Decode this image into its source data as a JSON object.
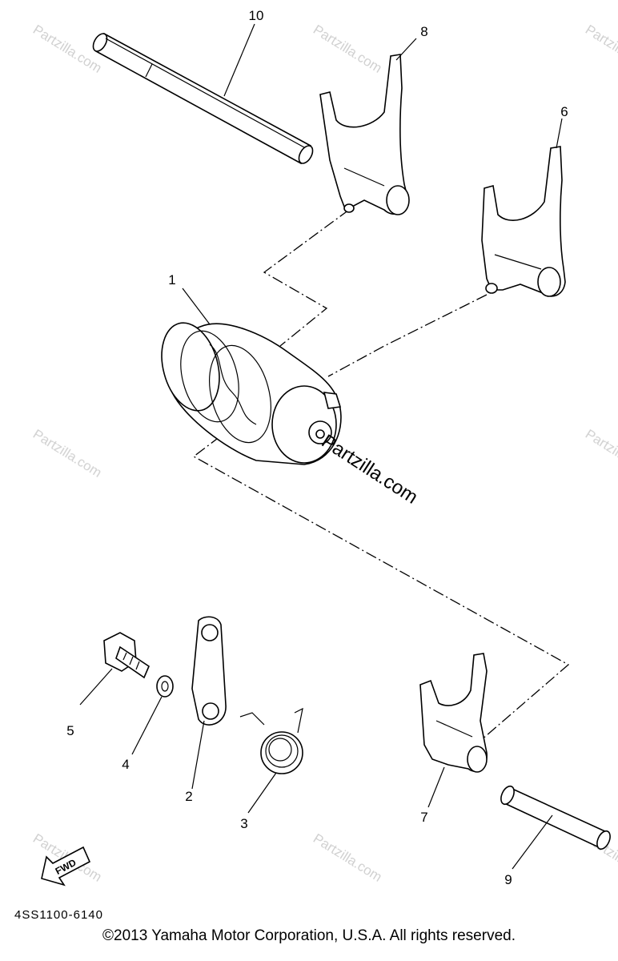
{
  "diagram": {
    "callouts": [
      {
        "id": "1",
        "text": "1"
      },
      {
        "id": "2",
        "text": "2"
      },
      {
        "id": "3",
        "text": "3"
      },
      {
        "id": "4",
        "text": "4"
      },
      {
        "id": "5",
        "text": "5"
      },
      {
        "id": "6",
        "text": "6"
      },
      {
        "id": "7",
        "text": "7"
      },
      {
        "id": "8",
        "text": "8"
      },
      {
        "id": "9",
        "text": "9"
      },
      {
        "id": "10",
        "text": "10"
      }
    ],
    "fwd_label": "FWD",
    "part_number": "4SS1100-6140",
    "watermark_center": "Partzilla.com",
    "watermark_tile": "Partzilla.com"
  },
  "copyright": "©2013 Yamaha Motor Corporation, U.S.A. All rights reserved."
}
